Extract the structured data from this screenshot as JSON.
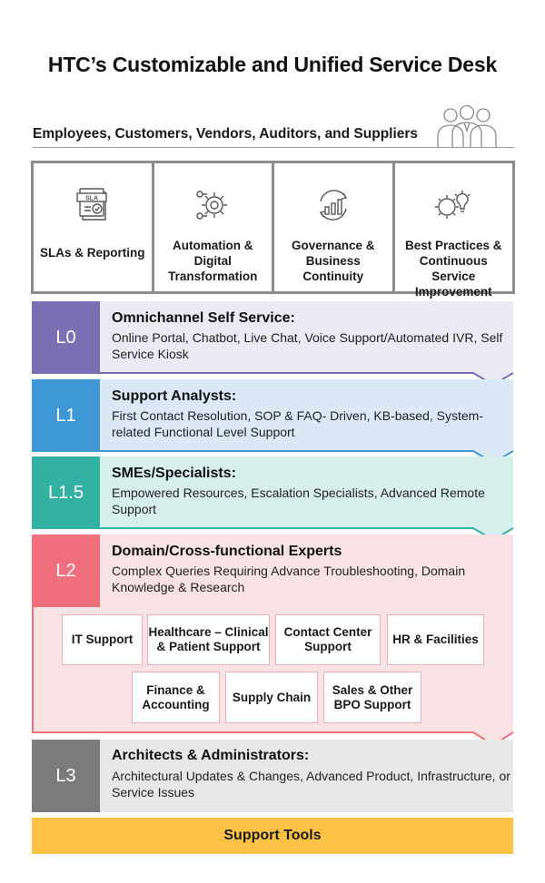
{
  "title": "HTC’s Customizable and Unified Service Desk",
  "audience": "Employees, Customers, Vendors, Auditors, and Suppliers",
  "capabilities": [
    {
      "label": "SLAs & Reporting",
      "icon": "sla-document-icon"
    },
    {
      "label": "Automation & Digital Transformation",
      "icon": "gears-automation-icon"
    },
    {
      "label": "Governance & Business Continuity",
      "icon": "growth-arrows-icon"
    },
    {
      "label": "Best Practices & Continuous Service Improvement",
      "icon": "gear-lightbulb-icon"
    }
  ],
  "tiers": [
    {
      "code": "L0",
      "heading": "Omnichannel Self Service:",
      "description": "Online Portal, Chatbot, Live Chat, Voice Support/Automated IVR, Self Service Kiosk",
      "color": "#7b6fb3",
      "bg": "#ebe9f3"
    },
    {
      "code": "L1",
      "heading": "Support Analysts:",
      "description": "First Contact Resolution, SOP & FAQ- Driven, KB-based, System-related Functional Level Support",
      "color": "#3f97d6",
      "bg": "#dbe9f6"
    },
    {
      "code": "L1.5",
      "heading": "SMEs/Specialists:",
      "description": "Empowered Resources, Escalation Specialists, Advanced Remote Support",
      "color": "#33b2a4",
      "bg": "#d7efec"
    },
    {
      "code": "L2",
      "heading": "Domain/Cross-functional Experts",
      "description": "Complex Queries Requiring Advance Troubleshooting, Domain Knowledge & Research",
      "color": "#ef6f7d",
      "bg": "#f9e2e4"
    },
    {
      "code": "L3",
      "heading": "Architects & Administrators:",
      "description": "Architectural Updates & Changes, Advanced Product, Infrastructure, or Service Issues",
      "color": "#7b7b7b",
      "bg": "#e7e7e8"
    }
  ],
  "domains": {
    "row1": [
      "IT Support",
      "Healthcare – Clinical & Patient Support",
      "Contact Center Support",
      "HR & Facilities"
    ],
    "row2": [
      "Finance & Accounting",
      "Supply Chain",
      "Sales & Other BPO Support"
    ]
  },
  "support_tools": "Support Tools"
}
